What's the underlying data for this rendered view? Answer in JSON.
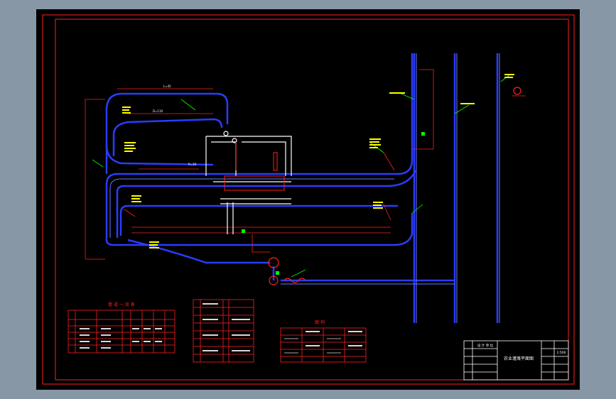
{
  "colors": {
    "background": "#8797a6",
    "sheet": "#000000",
    "border": "#ff2020",
    "pipe": "#2a3cff",
    "pipe_inner": "#6a78ff",
    "building": "#ffffff",
    "label": "#ffff00",
    "leader": "#00ff00",
    "table_line": "#ff2020",
    "table_text": "#ffffff"
  },
  "title_block": {
    "title": "农业灌溉平面图",
    "scale": "1:500",
    "header": "设 计 单 位"
  },
  "tables": {
    "table1_title": "管 道 一 览 表",
    "table3_title": "图 例"
  },
  "labels": {
    "l1": "R=20",
    "l2": "D=110",
    "l3": "L=45"
  }
}
